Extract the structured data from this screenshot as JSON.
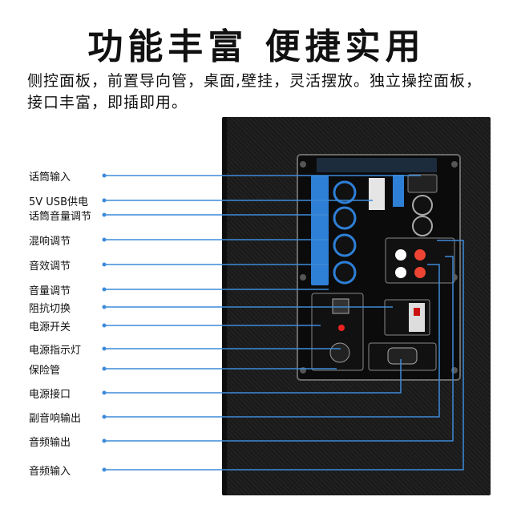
{
  "headline": "功能丰富  便捷实用",
  "subtext": "侧控面板，前置导向管，桌面,壁挂，灵活摆放。独立操控面板，接口丰富，即插即用。",
  "panel_labels": [
    "话筒输入",
    "5V USB供电",
    "话筒音量调节",
    "混响调节",
    "音效调节",
    "音量调节",
    "阻抗切换",
    "电源开关",
    "电源指示灯",
    "保险管",
    "电源接口",
    "副音响输出",
    "音频输出",
    "音频输入"
  ],
  "colors": {
    "accent_line": "#3d8bd9",
    "knob_blue": "#2e7fd6"
  }
}
